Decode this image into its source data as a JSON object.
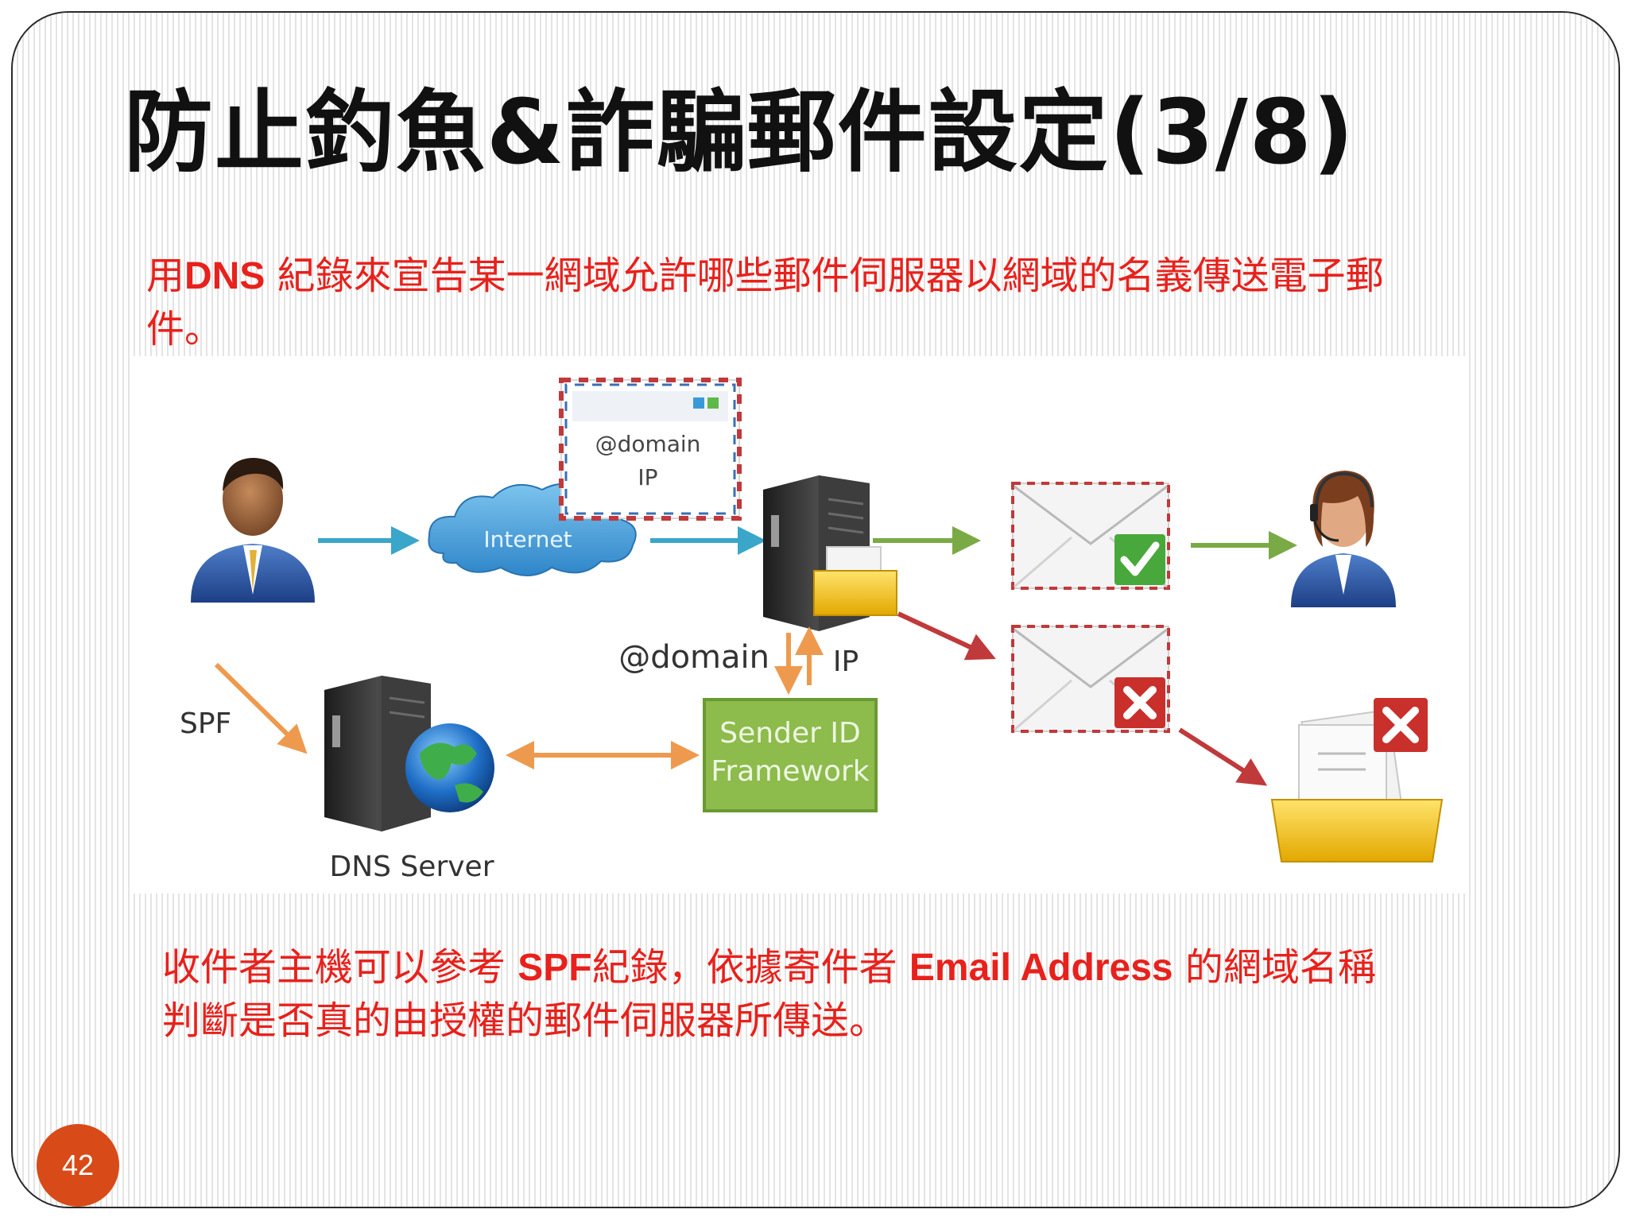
{
  "slide": {
    "title": "防止釣魚&詐騙郵件設定(3/8)",
    "intro": {
      "prefix": "用",
      "bold": "DNS",
      "rest": " 紀錄來宣告某一網域允許哪些郵件伺服器以網域的名義傳送電子郵件。"
    },
    "note": {
      "part1": "收件者主機可以參考 ",
      "bold1": "SPF",
      "part2": "紀錄，依據寄件者 ",
      "bold2": "Email Address",
      "part3": " 的網域名稱判斷是否真的由授權的郵件伺服器所傳送。"
    },
    "page_number": "42"
  },
  "diagram": {
    "envelope_domain": "@domain",
    "envelope_ip": "IP",
    "internet": "Internet",
    "lookup_domain": "@domain",
    "lookup_ip": "IP",
    "spf": "SPF",
    "sender_id_line1": "Sender ID",
    "sender_id_line2": "Framework",
    "dns_server": "DNS Server"
  },
  "colors": {
    "title": "#111111",
    "red_text": "#e8211c",
    "page_badge": "#d84b18",
    "arrow_blue": "#3aa6c9",
    "arrow_green": "#7aaa45",
    "arrow_red": "#c0393b",
    "arrow_orange": "#ee9a4e",
    "sender_id_box": "#8dbb4c"
  }
}
